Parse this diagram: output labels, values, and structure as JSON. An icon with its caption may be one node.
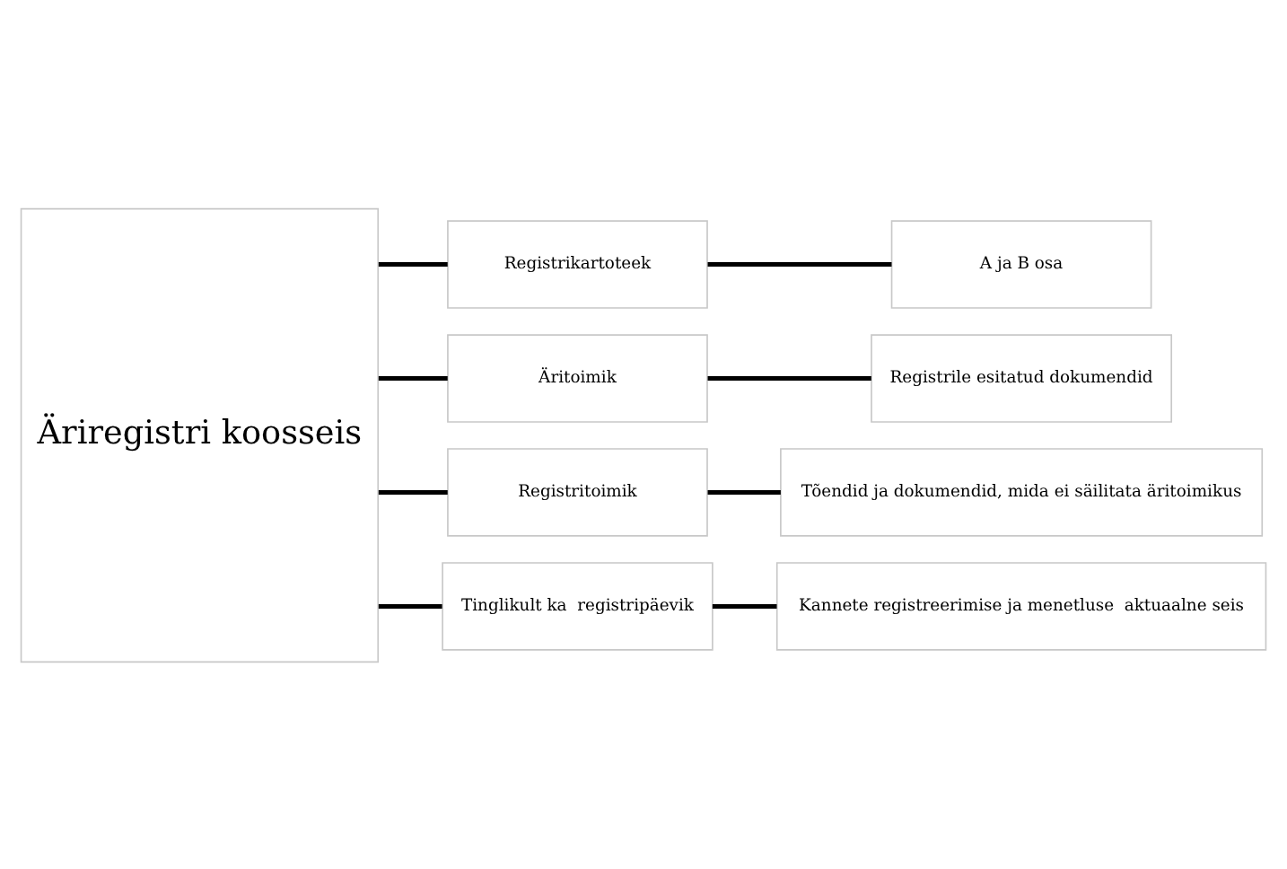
{
  "diagram": {
    "nodes": [
      {
        "text": [
          "Äriregistri koosseis"
        ]
      },
      {
        "text": [
          "Registrikartoteek"
        ]
      },
      {
        "text": [
          "Äritoimik"
        ]
      },
      {
        "text": [
          "Registritoimik"
        ]
      },
      {
        "text": [
          "Tinglikult ka  registripäevik"
        ]
      },
      {
        "text": [
          "A ja B osa"
        ]
      },
      {
        "text": [
          "Registrile esitatud dokumendid"
        ]
      },
      {
        "text": [
          "Tõendid ja dokumendid, mida ei säilitata äritoimikus"
        ]
      },
      {
        "text": [
          "Kannete registreerimise ja menetluse  aktuaalne seis"
        ]
      }
    ],
    "edges": [
      {
        "from": 0,
        "to": 1,
        "arrow": "none"
      },
      {
        "from": 0,
        "to": 2,
        "arrow": "none"
      },
      {
        "from": 0,
        "to": 3,
        "arrow": "none"
      },
      {
        "from": 0,
        "to": 4,
        "arrow": "none"
      },
      {
        "from": 1,
        "to": 5,
        "arrow": "none"
      },
      {
        "from": 2,
        "to": 6,
        "arrow": "none"
      },
      {
        "from": 3,
        "to": 7,
        "arrow": "none"
      },
      {
        "from": 4,
        "to": 8,
        "arrow": "none"
      }
    ]
  }
}
